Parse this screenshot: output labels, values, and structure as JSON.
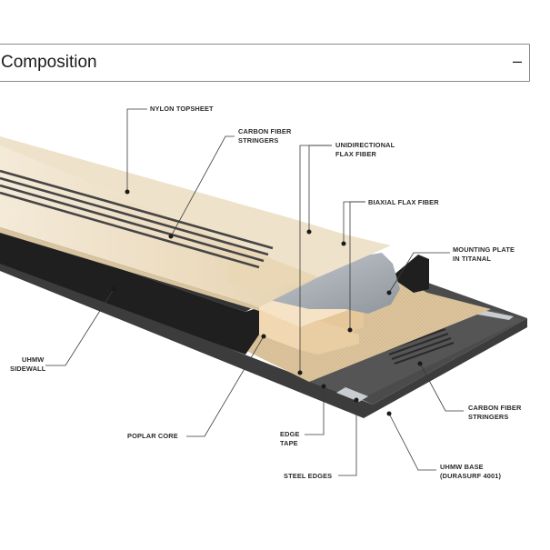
{
  "accordion": {
    "title": "Composition",
    "toggle_symbol": "–",
    "expanded": true
  },
  "diagram": {
    "labels": {
      "nylon_topsheet": "NYLON TOPSHEET",
      "carbon_top_1": "CARBON FIBER",
      "carbon_top_2": "STRINGERS",
      "uni_flax_1": "UNIDIRECTIONAL",
      "uni_flax_2": "FLAX FIBER",
      "biaxial_flax": "BIAXIAL FLAX FIBER",
      "mounting_plate_1": "MOUNTING PLATE",
      "mounting_plate_2": "IN TITANAL",
      "uhmw_sidewall_1": "UHMW",
      "uhmw_sidewall_2": "SIDEWALL",
      "carbon_bottom_1": "CARBON FIBER",
      "carbon_bottom_2": "STRINGERS",
      "poplar_core": "POPLAR CORE",
      "edge_tape_1": "EDGE",
      "edge_tape_2": "TAPE",
      "uhmw_base_1": "UHMW BASE",
      "uhmw_base_2": "(DURASURF 4001)",
      "steel_edges": "STEEL EDGES"
    },
    "colors": {
      "topsheet": "#ecdcc0",
      "flax": "#dfc8a0",
      "wood": "#efd2aa",
      "sidewall": "#232323",
      "base": "#4a4a4a",
      "titanal": "#a9aeb4",
      "carbon": "#3a3a3a"
    }
  }
}
